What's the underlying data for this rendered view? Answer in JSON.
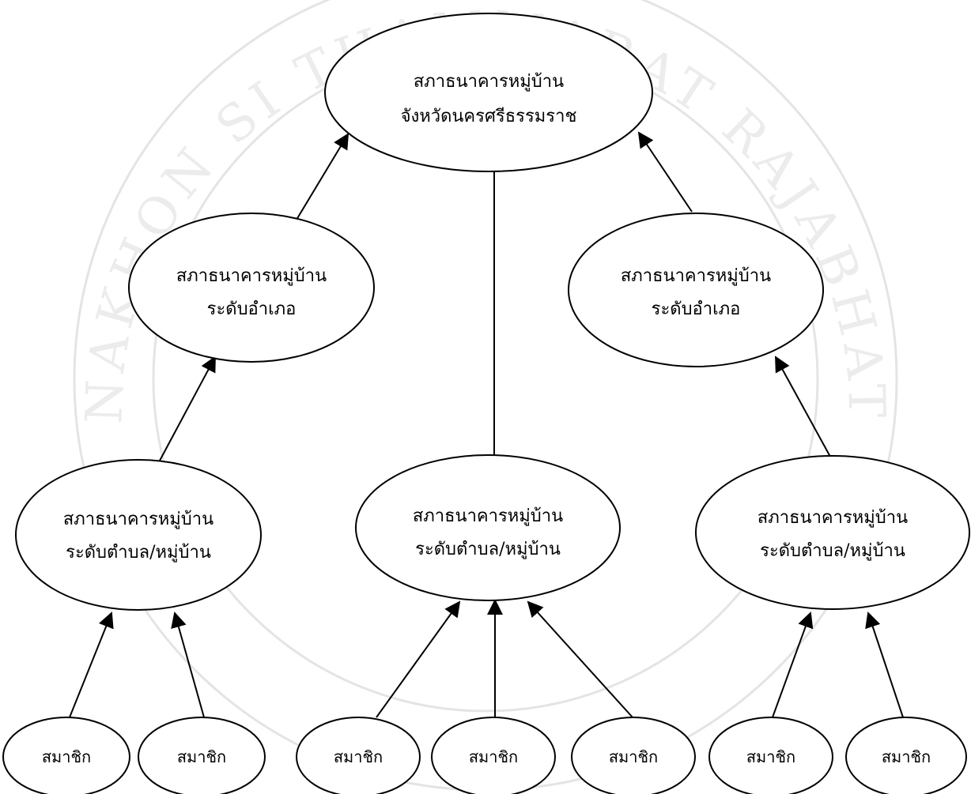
{
  "colors": {
    "ink": "#000000",
    "background": "#ffffff",
    "watermark": "#e8e8e8"
  },
  "watermark": {
    "text": "NAKHON SI THAMMARAT RAJABHAT"
  },
  "diagram": {
    "province_node": {
      "line1": "สภาธนาคารหมู่บ้าน",
      "line2": "จังหวัดนครศรีธรรมราช"
    },
    "district_nodes": [
      {
        "line1": "สภาธนาคารหมู่บ้าน",
        "line2": "ระดับอำเภอ"
      },
      {
        "line1": "สภาธนาคารหมู่บ้าน",
        "line2": "ระดับอำเภอ"
      }
    ],
    "subdistrict_nodes": [
      {
        "line1": "สภาธนาคารหมู่บ้าน",
        "line2": "ระดับตำบล/หมู่บ้าน"
      },
      {
        "line1": "สภาธนาคารหมู่บ้าน",
        "line2": "ระดับตำบล/หมู่บ้าน"
      },
      {
        "line1": "สภาธนาคารหมู่บ้าน",
        "line2": "ระดับตำบล/หมู่บ้าน"
      }
    ],
    "member_nodes": [
      {
        "label": "สมาชิก"
      },
      {
        "label": "สมาชิก"
      },
      {
        "label": "สมาชิก"
      },
      {
        "label": "สมาชิก"
      },
      {
        "label": "สมาชิก"
      },
      {
        "label": "สมาชิก"
      },
      {
        "label": "สมาชิก"
      }
    ]
  }
}
